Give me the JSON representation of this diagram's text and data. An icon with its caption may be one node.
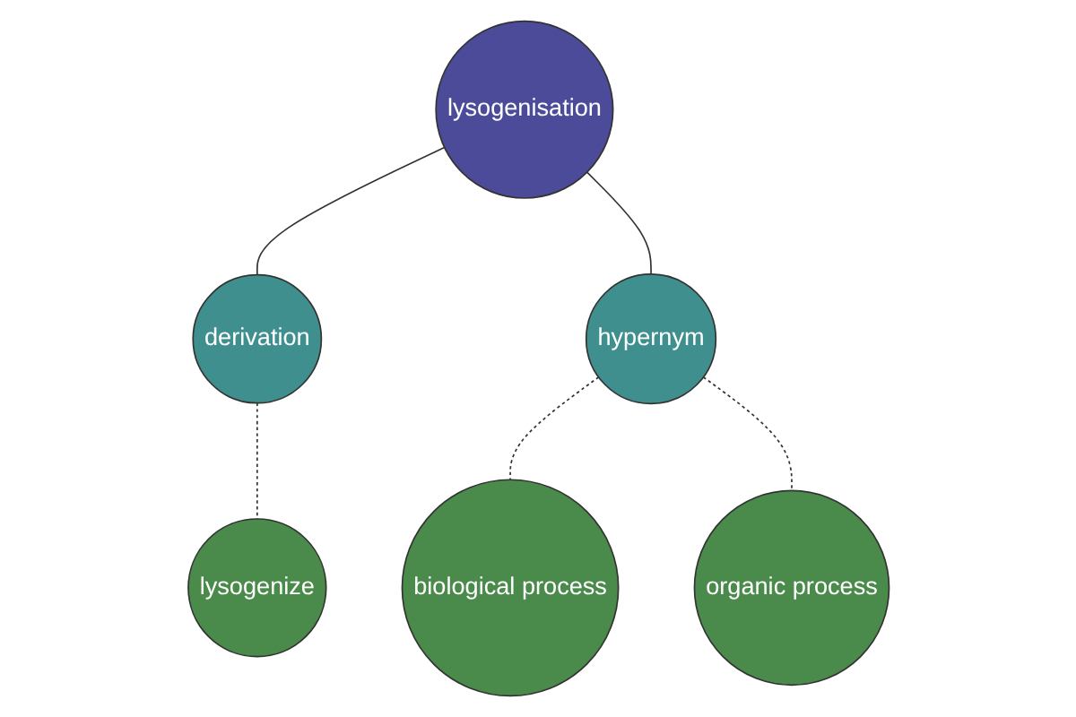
{
  "diagram": {
    "nodes": [
      {
        "text": [
          "lysogenisation"
        ]
      },
      {
        "text": [
          "derivation"
        ]
      },
      {
        "text": [
          "hypernym"
        ]
      },
      {
        "text": [
          "biological process"
        ]
      },
      {
        "text": [
          "lysogenize"
        ]
      },
      {
        "text": [
          "organic process"
        ]
      }
    ],
    "edges": [
      {
        "from": 0,
        "to": 1,
        "arrow": "none"
      },
      {
        "from": 0,
        "to": 2,
        "arrow": "none"
      },
      {
        "from": 2,
        "to": 3,
        "arrow": "none",
        "style": "dashed"
      },
      {
        "from": 1,
        "to": 4,
        "arrow": "none",
        "style": "dashed"
      },
      {
        "from": 2,
        "to": 5,
        "arrow": "none",
        "style": "dashed"
      }
    ]
  }
}
